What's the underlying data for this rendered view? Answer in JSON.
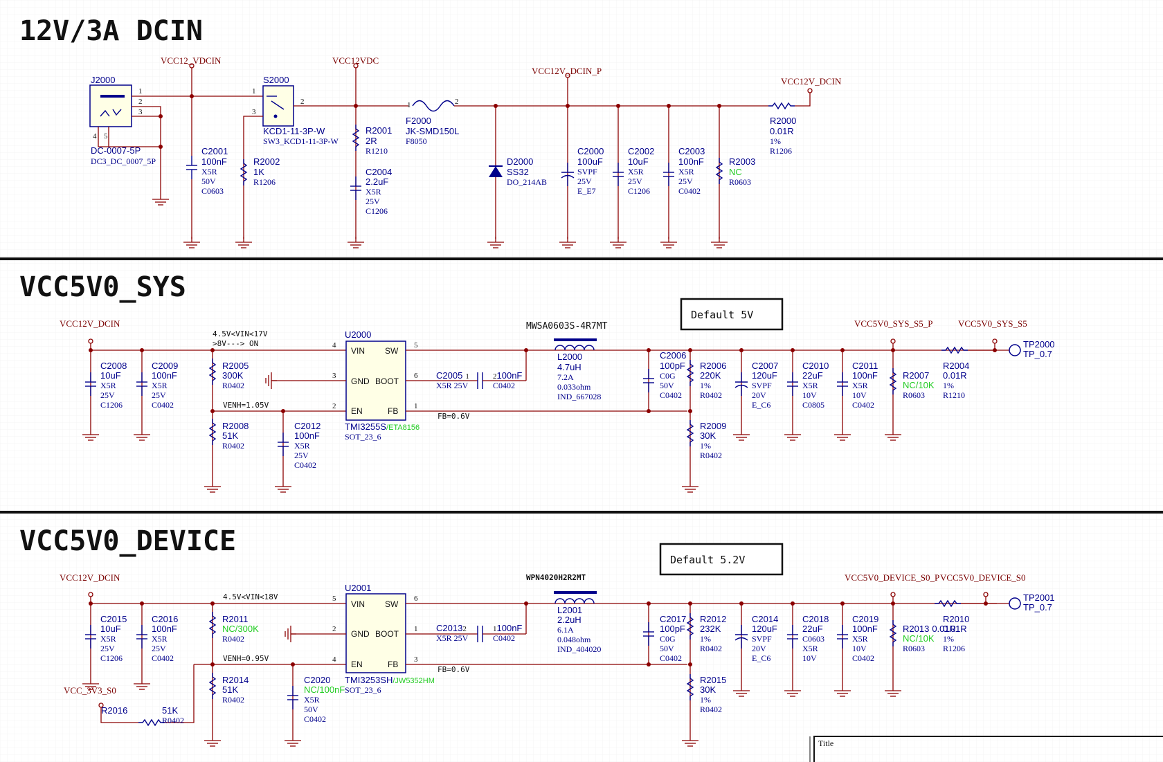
{
  "sections": {
    "dcin": {
      "title": "12V/3A DCIN"
    },
    "sys": {
      "title": "VCC5V0_SYS"
    },
    "dev": {
      "title": "VCC5V0_DEVICE"
    }
  },
  "nets": {
    "vcc12_vdcin": "VCC12_VDCIN",
    "vcc12vdc": "VCC12VDC",
    "vcc12v_dcin_p": "VCC12V_DCIN_P",
    "vcc12v_dcin": "VCC12V_DCIN",
    "vcc5v0_sys_s5_p": "VCC5V0_SYS_S5_P",
    "vcc5v0_sys_s5": "VCC5V0_SYS_S5",
    "vcc5v0_device_s0_p": "VCC5V0_DEVICE_S0_P",
    "vcc5v0_device_s0": "VCC5V0_DEVICE_S0",
    "vcc_3v3_s0": "VCC_3V3_S0"
  },
  "dcin": {
    "j2000": {
      "ref": "J2000",
      "part": "DC-0007-5P",
      "fp": "DC3_DC_0007_5P",
      "pins": [
        "1",
        "2",
        "3",
        "4",
        "5"
      ]
    },
    "s2000": {
      "ref": "S2000",
      "part": "KCD1-11-3P-W",
      "fp": "SW3_KCD1-11-3P-W",
      "pins": [
        "1",
        "2",
        "3"
      ]
    },
    "f2000": {
      "ref": "F2000",
      "part": "JK-SMD150L",
      "fp": "F8050",
      "pins": [
        "1",
        "2"
      ]
    },
    "c2001": {
      "ref": "C2001",
      "val": "100nF",
      "a1": "X5R",
      "a2": "50V",
      "a3": "C0603"
    },
    "r2002": {
      "ref": "R2002",
      "val": "1K",
      "a1": "R1206"
    },
    "r2001": {
      "ref": "R2001",
      "val": "2R",
      "a1": "R1210"
    },
    "c2004": {
      "ref": "C2004",
      "val": "2.2uF",
      "a1": "X5R",
      "a2": "25V",
      "a3": "C1206"
    },
    "d2000": {
      "ref": "D2000",
      "val": "SS32",
      "a1": "DO_214AB"
    },
    "c2000": {
      "ref": "C2000",
      "val": "100uF",
      "a1": "SVPF",
      "a2": "25V",
      "a3": "E_E7"
    },
    "c2002": {
      "ref": "C2002",
      "val": "10uF",
      "a1": "X5R",
      "a2": "25V",
      "a3": "C1206"
    },
    "c2003": {
      "ref": "C2003",
      "val": "100nF",
      "a1": "X5R",
      "a2": "25V",
      "a3": "C0402"
    },
    "r2003": {
      "ref": "R2003",
      "val": "NC",
      "a1": "R0603"
    },
    "r2000": {
      "ref": "R2000",
      "val": "0.01R",
      "a1": "1%",
      "a2": "R1206"
    }
  },
  "sys": {
    "note_vin": "4.5V<VIN<17V",
    "note_on": ">8V---> ON",
    "note_venh": "VENH=1.05V",
    "note_fb": "FB=0.6V",
    "inductor_part": "MWSA0603S-4R7MT",
    "default_box": "Default 5V",
    "u2000": {
      "ref": "U2000",
      "part": "TMI3255S",
      "alt": "/ETA8156",
      "pkg": "SOT_23_6",
      "vin": "VIN",
      "sw": "SW",
      "gnd": "GND",
      "boot": "BOOT",
      "en": "EN",
      "fb": "FB",
      "p1": "1",
      "p2": "2",
      "p3": "3",
      "p4": "4",
      "p5": "5",
      "p6": "6"
    },
    "c2008": {
      "ref": "C2008",
      "val": "10uF",
      "a1": "X5R",
      "a2": "25V",
      "a3": "C1206"
    },
    "c2009": {
      "ref": "C2009",
      "val": "100nF",
      "a1": "X5R",
      "a2": "25V",
      "a3": "C0402"
    },
    "r2005": {
      "ref": "R2005",
      "val": "300K",
      "a1": "R0402"
    },
    "r2008": {
      "ref": "R2008",
      "val": "51K",
      "a1": "R0402"
    },
    "c2012": {
      "ref": "C2012",
      "val": "100nF",
      "a1": "X5R",
      "a2": "25V",
      "a3": "C0402"
    },
    "c2005": {
      "ref": "C2005",
      "pin": "1",
      "pin2": "2",
      "val": "100nF",
      "a1": "X5R 25V",
      "a2": "C0402"
    },
    "l2000": {
      "ref": "L2000",
      "val": "4.7uH",
      "a1": "7.2A",
      "a2": "0.033ohm",
      "a3": "IND_667028"
    },
    "c2006": {
      "ref": "C2006",
      "val": "100pF",
      "a1": "C0G",
      "a2": "50V",
      "a3": "C0402"
    },
    "r2006": {
      "ref": "R2006",
      "val": "220K",
      "a1": "1%",
      "a2": "R0402"
    },
    "r2009": {
      "ref": "R2009",
      "val": "30K",
      "a1": "1%",
      "a2": "R0402"
    },
    "c2007": {
      "ref": "C2007",
      "val": "120uF",
      "a1": "SVPF",
      "a2": "20V",
      "a3": "E_C6"
    },
    "c2010": {
      "ref": "C2010",
      "val": "22uF",
      "a1": "X5R",
      "a2": "10V",
      "a3": "C0805"
    },
    "c2011": {
      "ref": "C2011",
      "val": "100nF",
      "a1": "X5R",
      "a2": "10V",
      "a3": "C0402"
    },
    "r2007": {
      "ref": "R2007",
      "val": "NC/10K",
      "a1": "R0603"
    },
    "r2004": {
      "ref": "R2004",
      "val": "0.01R",
      "a1": "1%",
      "a2": "R1210"
    },
    "tp2000": {
      "ref": "TP2000",
      "val": "TP_0.7"
    }
  },
  "dev": {
    "note_vin": "4.5V<VIN<18V",
    "note_venh": "VENH=0.95V",
    "note_fb": "FB=0.6V",
    "inductor_part": "WPN4020H2R2MT",
    "default_box": "Default 5.2V",
    "u2001": {
      "ref": "U2001",
      "part": "TMI3253SH",
      "alt": "/JW5352HM",
      "pkg": "SOT_23_6",
      "vin": "VIN",
      "sw": "SW",
      "gnd": "GND",
      "boot": "BOOT",
      "en": "EN",
      "fb": "FB",
      "p1": "1",
      "p2": "2",
      "p3": "3",
      "p4": "4",
      "p5": "5",
      "p6": "6"
    },
    "c2015": {
      "ref": "C2015",
      "val": "10uF",
      "a1": "X5R",
      "a2": "25V",
      "a3": "C1206"
    },
    "c2016": {
      "ref": "C2016",
      "val": "100nF",
      "a1": "X5R",
      "a2": "25V",
      "a3": "C0402"
    },
    "r2011": {
      "ref": "R2011",
      "val": "NC/300K",
      "a1": "R0402"
    },
    "r2014": {
      "ref": "R2014",
      "val": "51K",
      "a1": "R0402"
    },
    "r2016": {
      "ref": "R2016",
      "val": "51K",
      "a1": "R0402"
    },
    "c2020": {
      "ref": "C2020",
      "val": "NC/100nF",
      "a1": "X5R",
      "a2": "50V",
      "a3": "C0402"
    },
    "c2013": {
      "ref": "C2013",
      "pin": "2",
      "pin2": "1",
      "val": "100nF",
      "a1": "X5R 25V",
      "a2": "C0402"
    },
    "l2001": {
      "ref": "L2001",
      "val": "2.2uH",
      "a1": "6.1A",
      "a2": "0.048ohm",
      "a3": "IND_404020"
    },
    "c2017": {
      "ref": "C2017",
      "val": "100pF",
      "a1": "C0G",
      "a2": "50V",
      "a3": "C0402"
    },
    "r2012": {
      "ref": "R2012",
      "val": "232K",
      "a1": "1%",
      "a2": "R0402"
    },
    "r2015": {
      "ref": "R2015",
      "val": "30K",
      "a1": "1%",
      "a2": "R0402"
    },
    "c2014": {
      "ref": "C2014",
      "val": "120uF",
      "a1": "SVPF",
      "a2": "20V",
      "a3": "E_C6"
    },
    "c2018": {
      "ref": "C2018",
      "val": "22uF",
      "a1": "C0603",
      "a2": "X5R",
      "a3": "10V"
    },
    "c2019": {
      "ref": "C2019",
      "val": "100nF",
      "a1": "X5R",
      "a2": "10V",
      "a3": "C0402"
    },
    "r2013": {
      "ref": "R2013",
      "val": "0.01R",
      "a1": "R0603"
    },
    "r2013_val2": "NC/10K",
    "r2010": {
      "ref": "R2010",
      "val": "0.01R",
      "a1": "1%",
      "a2": "R1206"
    },
    "tp2001": {
      "ref": "TP2001",
      "val": "TP_0.7"
    }
  },
  "title_block": {
    "label": "Title"
  }
}
